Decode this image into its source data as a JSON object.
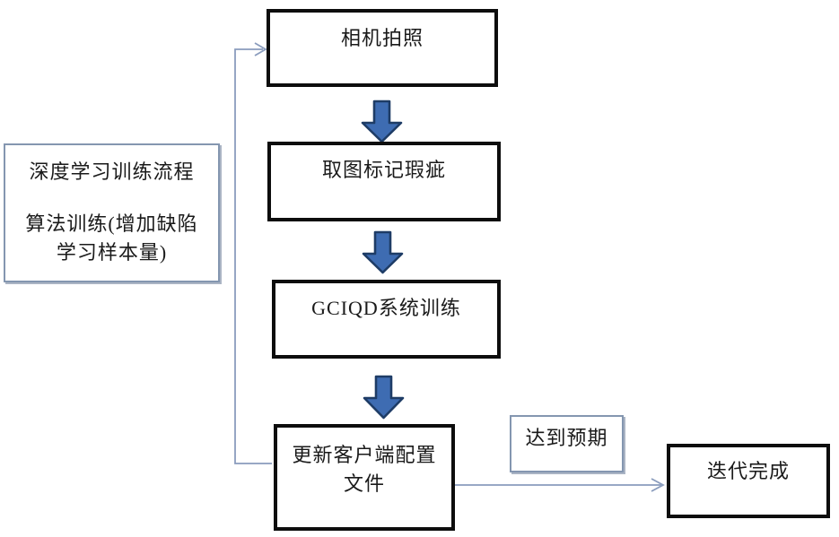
{
  "diagram": {
    "type": "flowchart",
    "nodes": {
      "camera": {
        "label": "相机拍照"
      },
      "mark_defects": {
        "label": "取图标记瑕疵"
      },
      "system_training": {
        "label": "GCIQD系统训练"
      },
      "update_config": {
        "line1": "更新客户端配置",
        "line2": "文件"
      },
      "side_note": {
        "line1": "深度学习训练流程",
        "line2": "算法训练(增加缺陷",
        "line3": "学习样本量)"
      },
      "condition_label": {
        "label": "达到预期"
      },
      "iteration_done": {
        "label": "迭代完成"
      }
    },
    "colors": {
      "node_border": "#0d0d0d",
      "note_border": "#8496b0",
      "connector": "#8a9cbd",
      "block_arrow_fill": "#3e6cb2",
      "block_arrow_stroke": "#1e3c66",
      "text": "#1a1a1a",
      "background": "#ffffff"
    }
  }
}
